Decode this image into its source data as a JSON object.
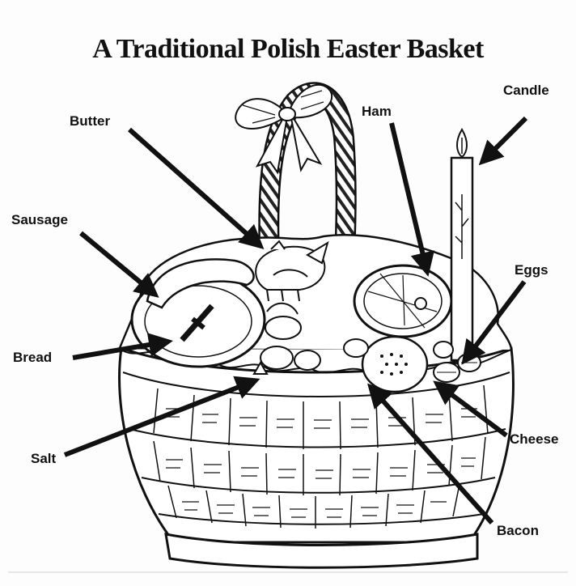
{
  "title": "A Traditional Polish Easter Basket",
  "labels": {
    "butter": "Butter",
    "ham": "Ham",
    "candle": "Candle",
    "sausage": "Sausage",
    "eggs": "Eggs",
    "bread": "Bread",
    "cheese": "Cheese",
    "salt": "Salt",
    "bacon": "Bacon"
  },
  "colors": {
    "ink": "#111111",
    "paper": "#fdfdfd"
  }
}
